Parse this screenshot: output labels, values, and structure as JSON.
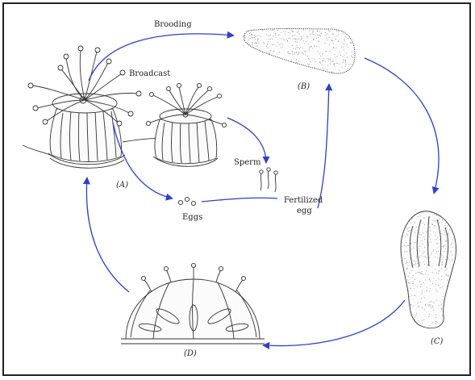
{
  "colors": {
    "arrow": "#2a3fd6",
    "ink": "#333333",
    "frame": "#222222"
  },
  "labels": {
    "brooding": "Brooding",
    "broadcast": "Broadcast",
    "sperm": "Sperm",
    "eggs": "Eggs",
    "fertilized_line1": "Fertilized",
    "fertilized_line2": "egg",
    "stage_a": "(A)",
    "stage_b": "(B)",
    "stage_c": "(C)",
    "stage_d": "(D)"
  }
}
